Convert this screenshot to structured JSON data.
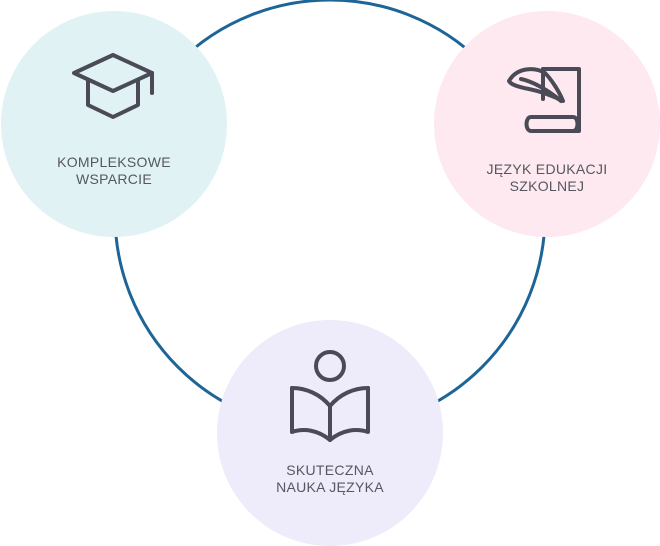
{
  "colors": {
    "ring": "#1d6597",
    "icon_stroke": "#4a4b57",
    "node_1_bg": "#e0f2f4",
    "node_2_bg": "#fde9ef",
    "node_3_bg": "#eeebfa"
  },
  "nodes": [
    {
      "icon": "graduation-cap-icon",
      "label_line_1": "KOMPLEKSOWE",
      "label_line_2": "WSPARCIE"
    },
    {
      "icon": "quill-scroll-icon",
      "label_line_1": "JĘZYK EDUKACJI",
      "label_line_2": "SZKOLNEJ"
    },
    {
      "icon": "reading-person-icon",
      "label_line_1": "SKUTECZNA",
      "label_line_2": "NAUKA JĘZYKA"
    }
  ]
}
